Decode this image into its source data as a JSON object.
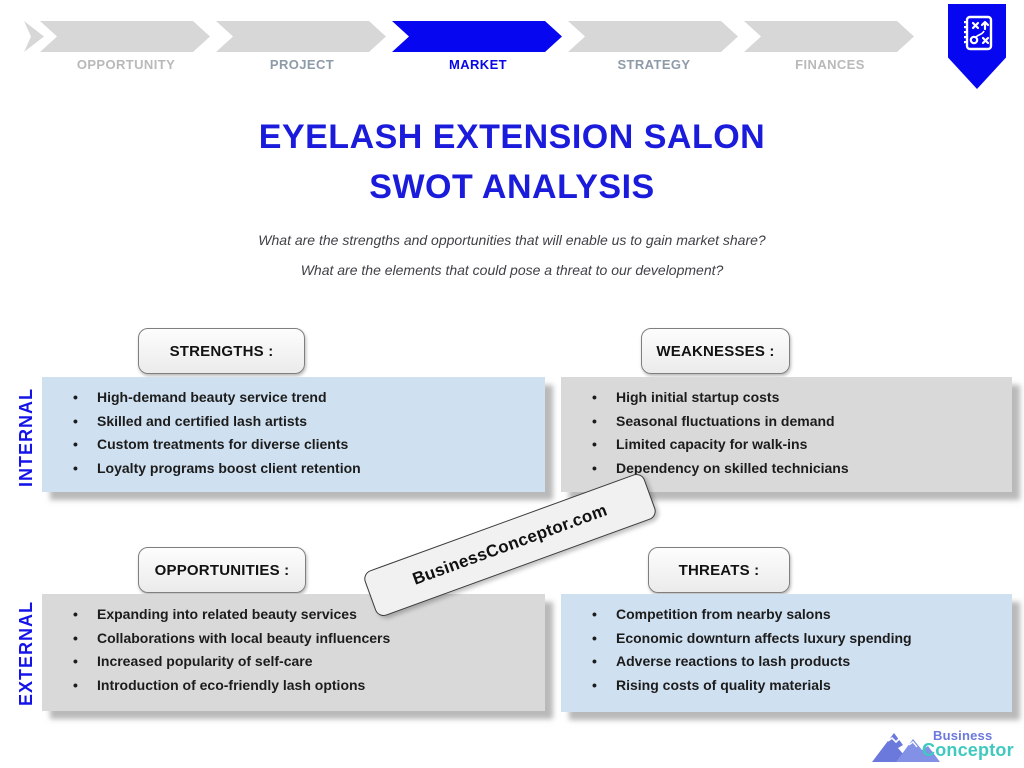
{
  "stepper": {
    "steps": [
      {
        "label": "OPPORTUNITY",
        "active": false
      },
      {
        "label": "PROJECT",
        "active": false
      },
      {
        "label": "MARKET",
        "active": true
      },
      {
        "label": "STRATEGY",
        "active": false
      },
      {
        "label": "FINANCES",
        "active": false
      }
    ]
  },
  "ribbon_icon": "strategy-notebook-icon",
  "title": {
    "line1": "EYELASH EXTENSION SALON",
    "line2": "SWOT ANALYSIS"
  },
  "subtitle": {
    "line1": "What are the strengths and opportunities that will enable us to gain market share?",
    "line2": "What are the elements that could pose a threat to our development?"
  },
  "axis": {
    "internal": "INTERNAL",
    "external": "EXTERNAL"
  },
  "quadrants": {
    "strengths": {
      "header": "STRENGTHS :",
      "items": [
        "High-demand beauty service trend",
        "Skilled and certified lash artists",
        "Custom treatments for diverse clients",
        "Loyalty programs boost client retention"
      ]
    },
    "weaknesses": {
      "header": "WEAKNESSES :",
      "items": [
        "High initial startup costs",
        "Seasonal fluctuations in demand",
        "Limited capacity for walk-ins",
        "Dependency on skilled technicians"
      ]
    },
    "opportunities": {
      "header": "OPPORTUNITIES :",
      "items": [
        "Expanding into related beauty services",
        "Collaborations with local beauty influencers",
        "Increased popularity of self-care",
        "Introduction of eco-friendly lash options"
      ]
    },
    "threats": {
      "header": "THREATS :",
      "items": [
        "Competition from nearby salons",
        "Economic downturn affects luxury spending",
        "Adverse reactions to lash products",
        "Rising costs of quality materials"
      ]
    }
  },
  "watermark": {
    "text": "BusinessConceptor.com"
  },
  "logo": {
    "line1": "Business",
    "line2": "Conceptor"
  },
  "colors": {
    "accent_blue": "#0606f0",
    "title_blue": "#1b1bdc",
    "axis_blue": "#1414e8",
    "box_blue": "#cfe0f1",
    "box_gray": "#d9d9d9",
    "arrow_gray": "#d7d7d7",
    "label_far_gray": "#b9b9b9",
    "label_near_slate": "#8d9aa8",
    "logo_purple": "#6b79dd",
    "logo_teal": "#3fc9bf"
  }
}
